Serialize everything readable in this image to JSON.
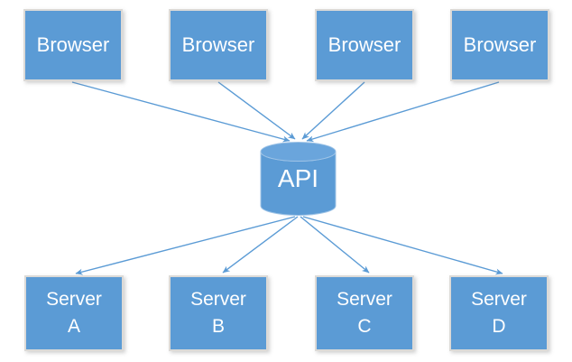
{
  "diagram": {
    "browsers": [
      {
        "label": "Browser"
      },
      {
        "label": "Browser"
      },
      {
        "label": "Browser"
      },
      {
        "label": "Browser"
      }
    ],
    "api": {
      "label": "API"
    },
    "servers": [
      {
        "line1": "Server",
        "line2": "A"
      },
      {
        "line1": "Server",
        "line2": "B"
      },
      {
        "line1": "Server",
        "line2": "C"
      },
      {
        "line1": "Server",
        "line2": "D"
      }
    ],
    "colors": {
      "node_fill": "#5b9bd5",
      "node_text": "#ffffff",
      "node_border": "#dcdad7",
      "arrow": "#5b9bd5",
      "cyl_top": "#6aa5dc",
      "cyl_rim": "#9ec3e6",
      "bg": "#ffffff"
    }
  }
}
